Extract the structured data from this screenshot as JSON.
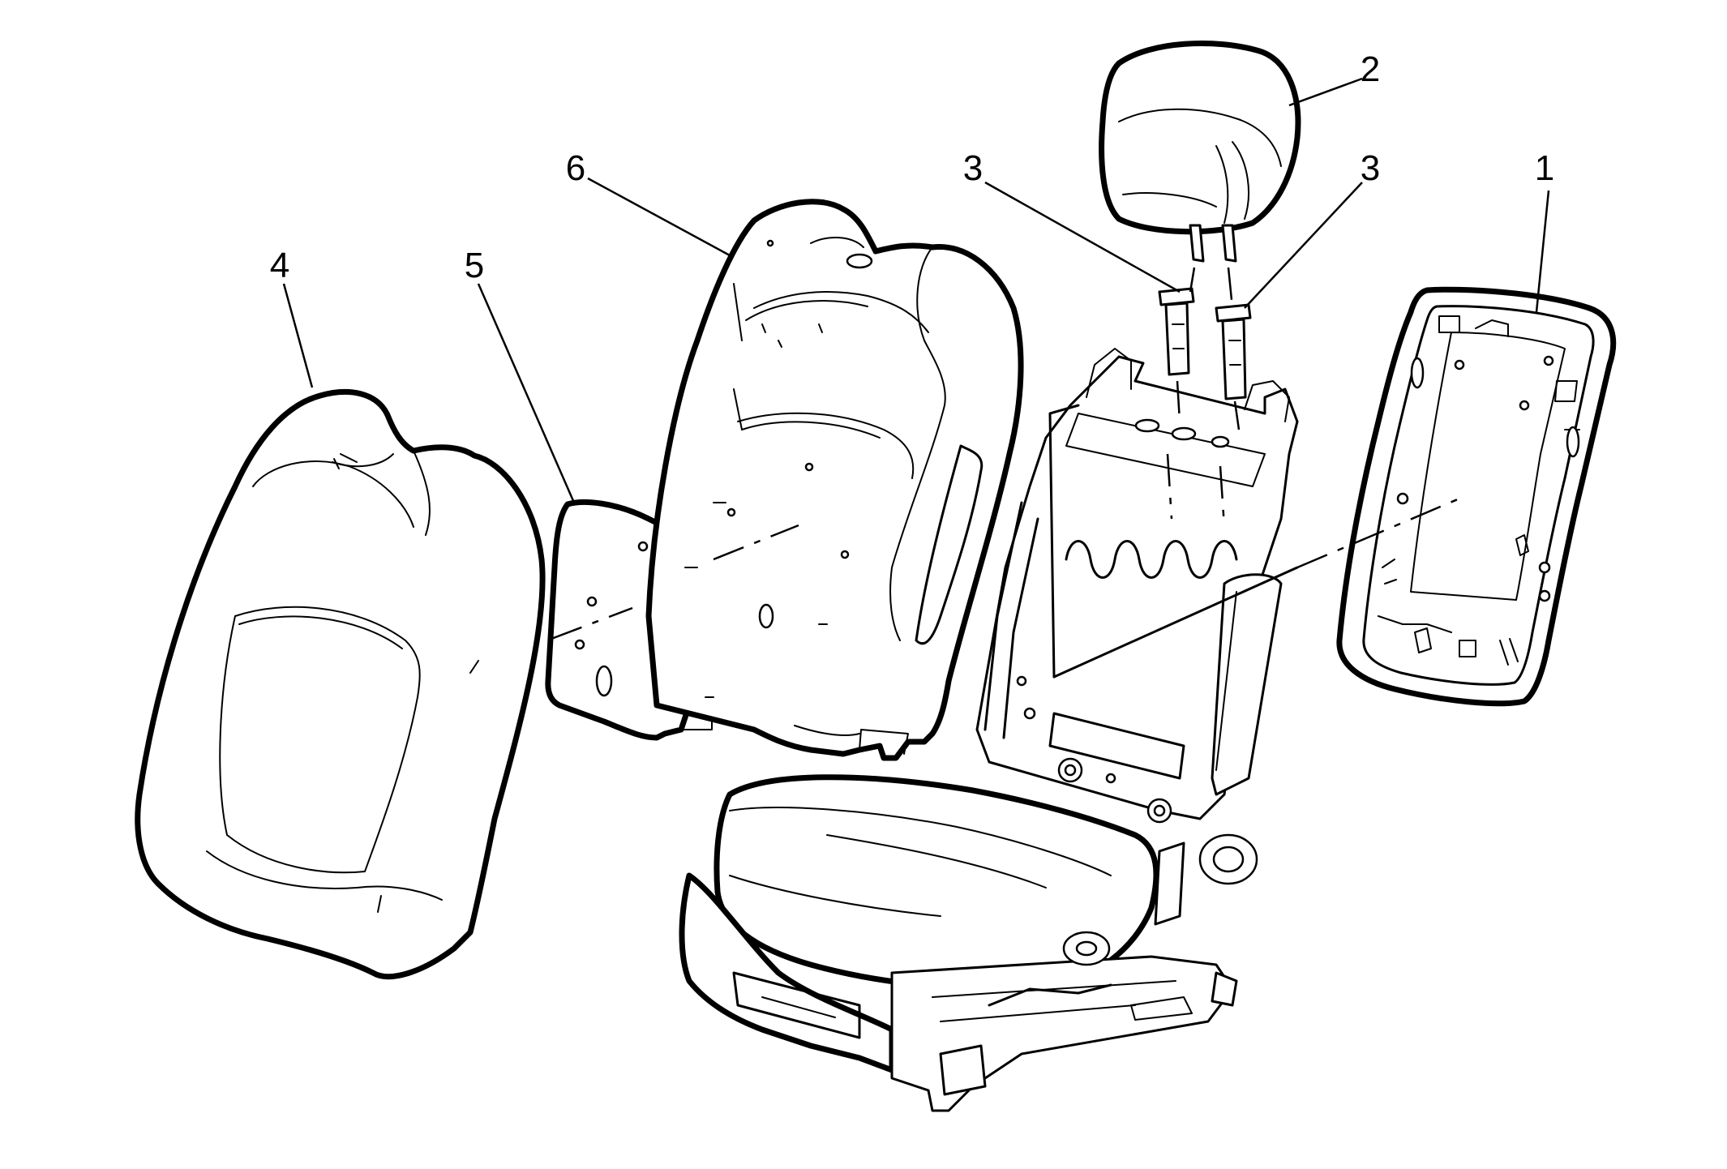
{
  "diagram": {
    "callouts": [
      {
        "id": "1",
        "label": "1"
      },
      {
        "id": "2",
        "label": "2"
      },
      {
        "id": "3a",
        "label": "3"
      },
      {
        "id": "3b",
        "label": "3"
      },
      {
        "id": "4",
        "label": "4"
      },
      {
        "id": "5",
        "label": "5"
      },
      {
        "id": "6",
        "label": "6"
      }
    ]
  }
}
